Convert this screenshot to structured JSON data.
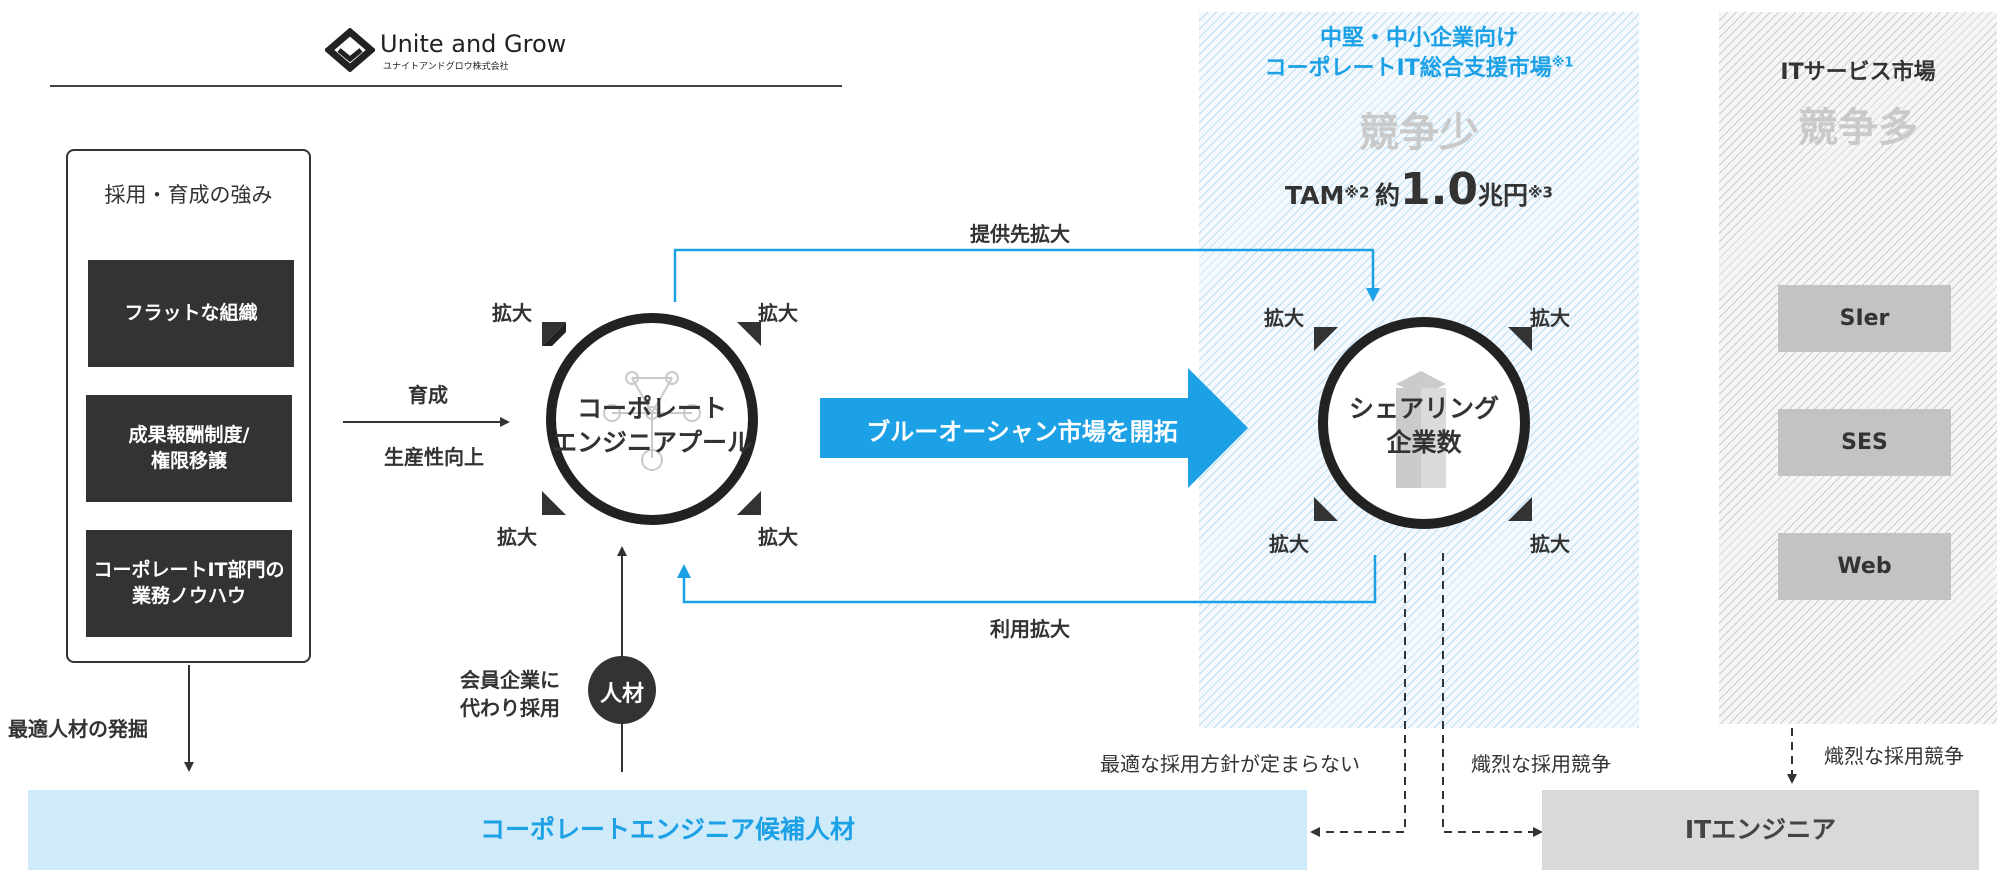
{
  "logo": {
    "name": "Unite and Grow",
    "sub": "ユナイトアンドグロウ株式会社"
  },
  "strengths": {
    "title": "採用・育成の強み",
    "items": [
      "フラットな組織",
      "成果報酬制度/\n権限移譲",
      "コーポレートIT部門の\n業務ノウハウ"
    ]
  },
  "arrow_left": {
    "top": "育成",
    "bottom": "生産性向上"
  },
  "pool_circle": {
    "label": "コーポレート\nエンジニアプール"
  },
  "sharing_circle": {
    "label": "シェアリング\n企業数"
  },
  "expand_label": "拡大",
  "provide_expand": "提供先拡大",
  "use_expand": "利用拡大",
  "blue_ocean": "ブルーオーシャン市場を開拓",
  "market_sme": {
    "title_line1": "中堅・中小企業向け",
    "title_line2": "コーポレートIT総合支援市場",
    "title_note": "※1",
    "competition": "競争少",
    "tam_label": "TAM",
    "tam_note": "※2",
    "tam_approx": "約",
    "tam_value": "1.0",
    "tam_unit": "兆円",
    "tam_unit_note": "※3"
  },
  "market_it": {
    "title": "ITサービス市場",
    "competition": "競争多",
    "items": [
      "SIer",
      "SES",
      "Web"
    ]
  },
  "hire_badge": "人材",
  "hire_label": "会員企業に\n代わり採用",
  "discover_label": "最適人材の発掘",
  "candidate_bar": "コーポレートエンジニア候補人材",
  "it_engineer_bar": "ITエンジニア",
  "policy_label": "最適な採用方針が定まらない",
  "competition_label_1": "熾烈な採用競争",
  "competition_label_2": "熾烈な採用競争",
  "colors": {
    "accent_blue": "#1da1e6",
    "dark": "#333333",
    "light_blue": "#cfeaf9",
    "grey": "#c3c3c3"
  }
}
